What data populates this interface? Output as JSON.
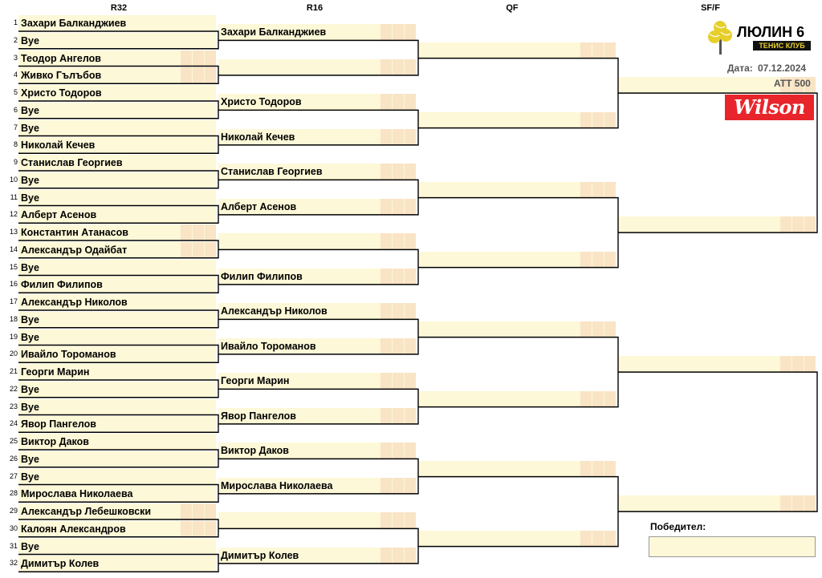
{
  "rounds": {
    "r32": "R32",
    "r16": "R16",
    "qf": "QF",
    "sff": "SF/F"
  },
  "r32": [
    {
      "seed": "1",
      "name": "Захари Балканджиев"
    },
    {
      "seed": "2",
      "name": "Bye"
    },
    {
      "seed": "3",
      "name": "Теодор Ангелов"
    },
    {
      "seed": "4",
      "name": "Живко Гълъбов"
    },
    {
      "seed": "5",
      "name": "Христо Тодоров"
    },
    {
      "seed": "6",
      "name": "Bye"
    },
    {
      "seed": "7",
      "name": "Bye"
    },
    {
      "seed": "8",
      "name": "Николай Кечев"
    },
    {
      "seed": "9",
      "name": "Станислав Георгиев"
    },
    {
      "seed": "10",
      "name": "Bye"
    },
    {
      "seed": "11",
      "name": "Bye"
    },
    {
      "seed": "12",
      "name": "Алберт Асенов"
    },
    {
      "seed": "13",
      "name": "Константин Атанасов"
    },
    {
      "seed": "14",
      "name": "Александър Одайбат"
    },
    {
      "seed": "15",
      "name": "Bye"
    },
    {
      "seed": "16",
      "name": "Филип Филипов"
    },
    {
      "seed": "17",
      "name": "Александър Николов"
    },
    {
      "seed": "18",
      "name": "Bye"
    },
    {
      "seed": "19",
      "name": "Bye"
    },
    {
      "seed": "20",
      "name": "Ивайло Тороманов"
    },
    {
      "seed": "21",
      "name": "Георги Марин"
    },
    {
      "seed": "22",
      "name": "Bye"
    },
    {
      "seed": "23",
      "name": "Bye"
    },
    {
      "seed": "24",
      "name": "Явор Пангелов"
    },
    {
      "seed": "25",
      "name": "Виктор Даков"
    },
    {
      "seed": "26",
      "name": "Bye"
    },
    {
      "seed": "27",
      "name": "Bye"
    },
    {
      "seed": "28",
      "name": "Мирослава Николаева"
    },
    {
      "seed": "29",
      "name": "Александър Лебешковски"
    },
    {
      "seed": "30",
      "name": "Калоян Александров"
    },
    {
      "seed": "31",
      "name": "Bye"
    },
    {
      "seed": "32",
      "name": "Димитър Колев"
    }
  ],
  "r16": [
    "Захари Балканджиев",
    "",
    "Христо Тодоров",
    "Николай Кечев",
    "Станислав Георгиев",
    "Алберт Асенов",
    "",
    "Филип Филипов",
    "Александър Николов",
    "Ивайло Тороманов",
    "Георги Марин",
    "Явор Пангелов",
    "Виктор Даков",
    "Мирослава Николаева",
    "",
    "Димитър Колев"
  ],
  "qf": [
    "",
    "",
    "",
    "",
    "",
    "",
    "",
    ""
  ],
  "sf": [
    "",
    "",
    "",
    ""
  ],
  "club": {
    "name": "ЛЮЛИН 6",
    "subtitle": "ТЕНИС КЛУБ"
  },
  "date_label": "Дата:",
  "date_value": "07.12.2024",
  "level": "ATT 500",
  "brand": "Wilson",
  "winner_label": "Победител:",
  "winner": ""
}
